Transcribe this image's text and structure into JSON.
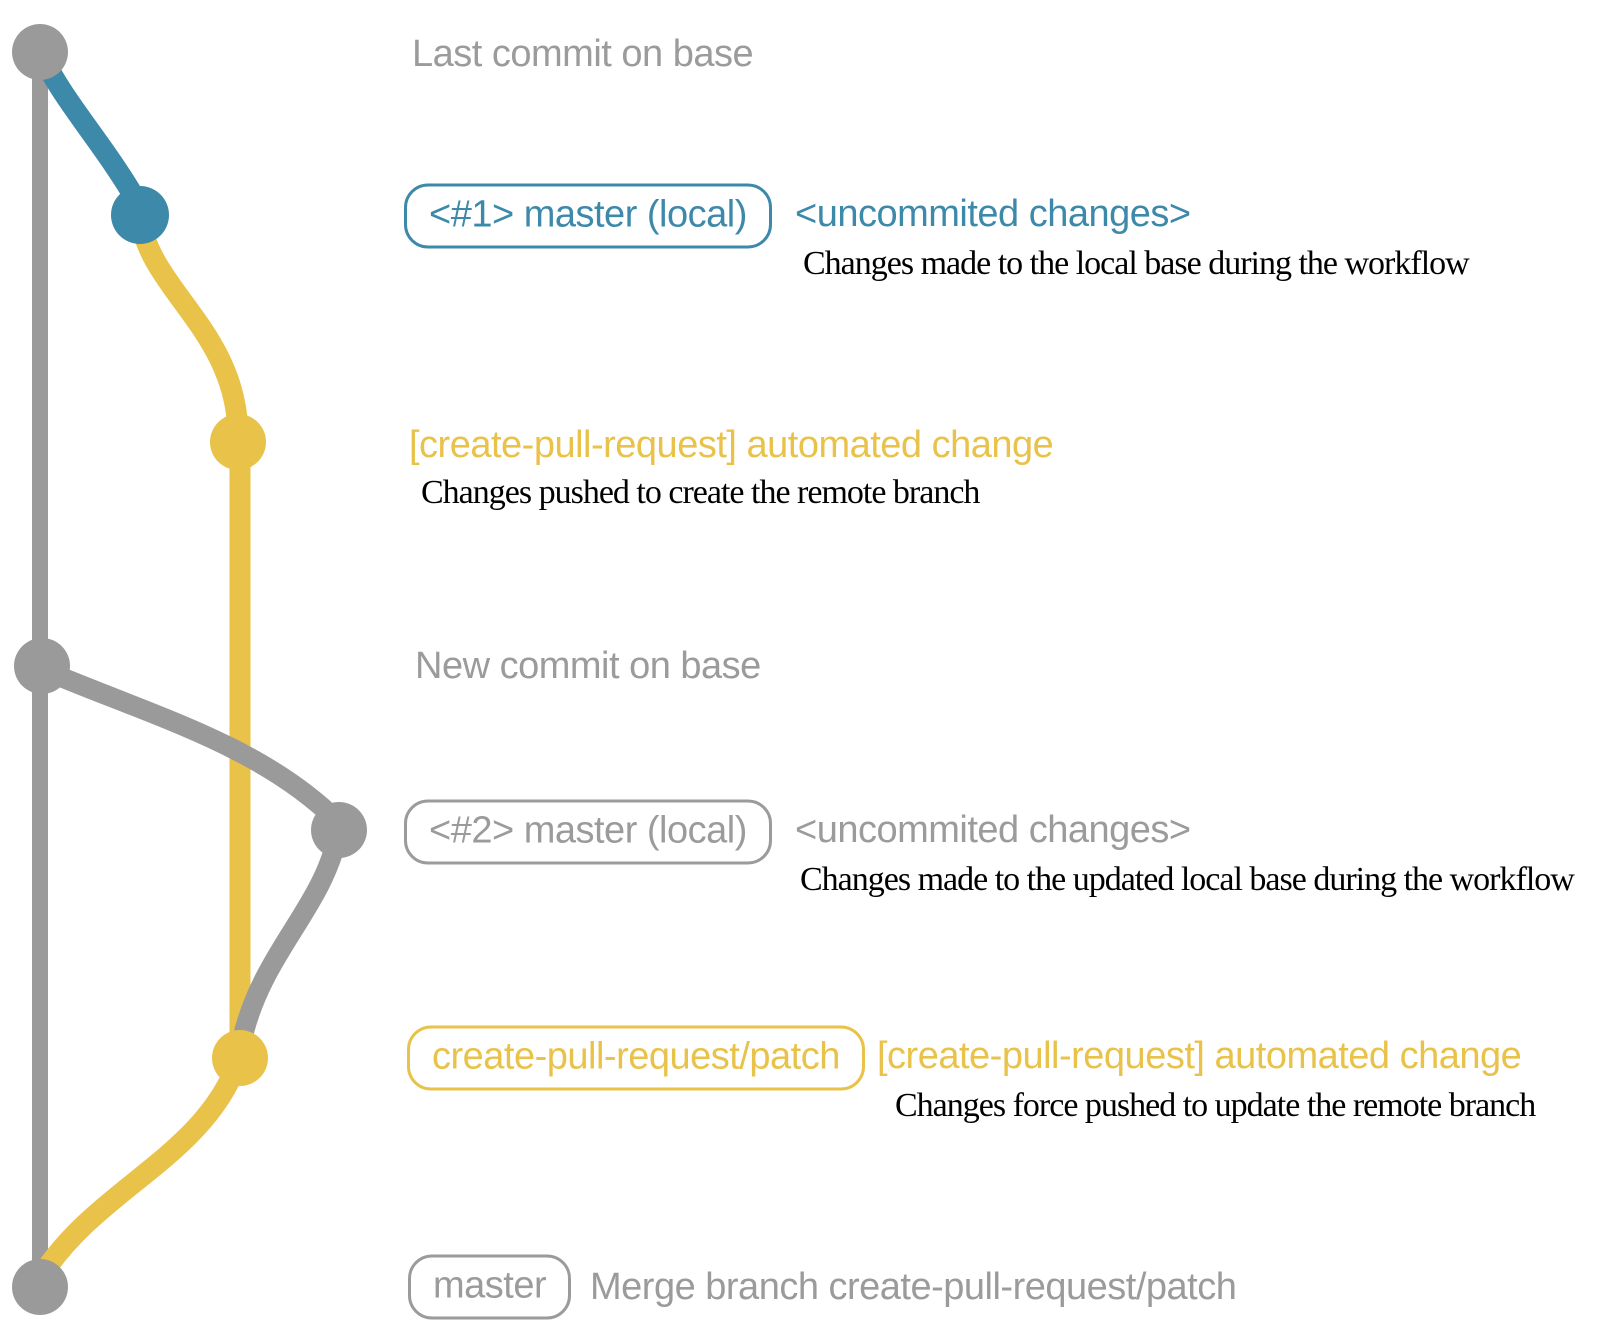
{
  "title": "Git workflow diagram: create-pull-request action",
  "colors": {
    "base": "#9a9a9a",
    "local": "#3d89aa",
    "patch": "#e9c24a",
    "note_text": "#000000",
    "background": "#ffffff"
  },
  "graph": {
    "branches": [
      {
        "id": "base",
        "color": "#9a9a9a"
      },
      {
        "id": "master-local",
        "color": "#3d89aa"
      },
      {
        "id": "create-pull-request/patch",
        "color": "#e9c24a"
      }
    ]
  },
  "commits": [
    {
      "branch": "base",
      "message": "Last commit on base"
    },
    {
      "branch": "master-local",
      "ref": "<#1> master (local)",
      "message": "<uncommited changes>",
      "note": "Changes made to the local base during the workflow"
    },
    {
      "branch": "create-pull-request/patch",
      "message": "[create-pull-request] automated change",
      "note": "Changes pushed to create the remote branch"
    },
    {
      "branch": "base",
      "message": "New commit on base"
    },
    {
      "branch": "master-local",
      "ref": "<#2> master (local)",
      "message": "<uncommited changes>",
      "note": "Changes made to the updated local base during the workflow"
    },
    {
      "branch": "create-pull-request/patch",
      "ref": "create-pull-request/patch",
      "message": "[create-pull-request] automated change",
      "note": "Changes force pushed to update the remote branch"
    },
    {
      "branch": "base",
      "ref": "master",
      "message": "Merge branch create-pull-request/patch"
    }
  ]
}
